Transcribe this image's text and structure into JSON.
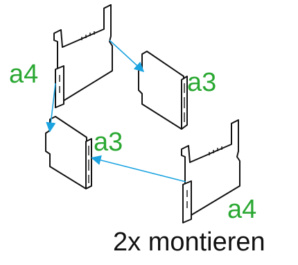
{
  "labels": {
    "upper_left": "a4",
    "upper_right": "a3",
    "lower_left": "a3",
    "lower_right": "a4"
  },
  "caption": "2x montieren",
  "colors": {
    "label": "#2aa832",
    "arrow": "#1aa3e0",
    "outline": "#111111"
  }
}
